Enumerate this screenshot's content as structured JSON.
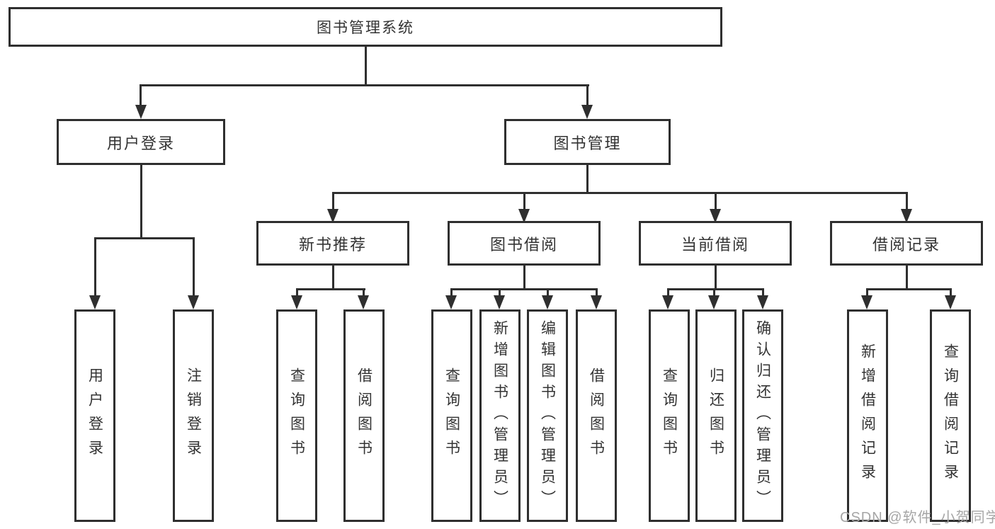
{
  "colors": {
    "line": "#2f2f2f",
    "text": "#333333",
    "watermark": "#a6a6a6",
    "background": "#ffffff"
  },
  "nodes": {
    "root": {
      "label": "图书管理系统"
    },
    "user_login": {
      "label": "用户登录"
    },
    "book_management": {
      "label": "图书管理"
    },
    "new_book_recommend": {
      "label": "新书推荐"
    },
    "book_borrow": {
      "label": "图书借阅"
    },
    "current_borrow": {
      "label": "当前借阅"
    },
    "borrow_records": {
      "label": "借阅记录"
    }
  },
  "leaves": {
    "user_login": {
      "label": "用户登录"
    },
    "logout": {
      "label": "注销登录"
    },
    "nb_query": {
      "label": "查询图书"
    },
    "nb_borrow": {
      "label": "借阅图书"
    },
    "bb_query": {
      "label": "查询图书"
    },
    "bb_add": {
      "label": "新增图书（管理员）"
    },
    "bb_edit": {
      "label": "编辑图书（管理员）"
    },
    "bb_borrow": {
      "label": "借阅图书"
    },
    "cb_query": {
      "label": "查询图书"
    },
    "cb_return": {
      "label": "归还图书"
    },
    "cb_confirm": {
      "label": "确认归还（管理员）"
    },
    "br_add": {
      "label": "新增借阅记录"
    },
    "br_query": {
      "label": "查询借阅记录"
    }
  },
  "watermark": {
    "text": "CSDN @软件_小贺同学"
  }
}
